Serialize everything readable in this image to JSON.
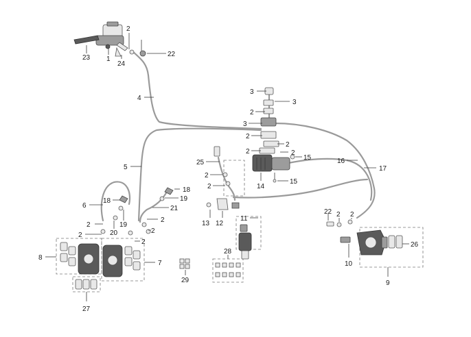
{
  "diagram": {
    "callouts": [
      {
        "id": "c2a",
        "text": "2"
      },
      {
        "id": "c22a",
        "text": "22"
      },
      {
        "id": "c23",
        "text": "23"
      },
      {
        "id": "c1",
        "text": "1"
      },
      {
        "id": "c24",
        "text": "24"
      },
      {
        "id": "c4",
        "text": "4"
      },
      {
        "id": "c3a",
        "text": "3"
      },
      {
        "id": "c3b",
        "text": "3"
      },
      {
        "id": "c2b",
        "text": "2"
      },
      {
        "id": "c3c",
        "text": "3"
      },
      {
        "id": "c2c",
        "text": "2"
      },
      {
        "id": "c2d",
        "text": "2"
      },
      {
        "id": "c2e",
        "text": "2"
      },
      {
        "id": "c2f",
        "text": "2"
      },
      {
        "id": "c15a",
        "text": "15"
      },
      {
        "id": "c14",
        "text": "14"
      },
      {
        "id": "c15b",
        "text": "15"
      },
      {
        "id": "c16",
        "text": "16"
      },
      {
        "id": "c17",
        "text": "17"
      },
      {
        "id": "c5",
        "text": "5"
      },
      {
        "id": "c25",
        "text": "25"
      },
      {
        "id": "c2g",
        "text": "2"
      },
      {
        "id": "c2h",
        "text": "2"
      },
      {
        "id": "c18a",
        "text": "18"
      },
      {
        "id": "c6",
        "text": "6"
      },
      {
        "id": "c18b",
        "text": "18"
      },
      {
        "id": "c19a",
        "text": "19"
      },
      {
        "id": "c21",
        "text": "21"
      },
      {
        "id": "c2i",
        "text": "2"
      },
      {
        "id": "c19b",
        "text": "19"
      },
      {
        "id": "c20",
        "text": "20"
      },
      {
        "id": "c2j",
        "text": "2"
      },
      {
        "id": "c2k",
        "text": "2"
      },
      {
        "id": "c2l",
        "text": "2"
      },
      {
        "id": "c2m",
        "text": "2"
      },
      {
        "id": "c13",
        "text": "13"
      },
      {
        "id": "c12",
        "text": "12"
      },
      {
        "id": "c11",
        "text": "11"
      },
      {
        "id": "c22b",
        "text": "22"
      },
      {
        "id": "c2n",
        "text": "2"
      },
      {
        "id": "c2o",
        "text": "2"
      },
      {
        "id": "c8",
        "text": "8"
      },
      {
        "id": "c7",
        "text": "7"
      },
      {
        "id": "c28",
        "text": "28"
      },
      {
        "id": "c29",
        "text": "29"
      },
      {
        "id": "c26",
        "text": "26"
      },
      {
        "id": "c10",
        "text": "10"
      },
      {
        "id": "c9",
        "text": "9"
      },
      {
        "id": "c27",
        "text": "27"
      }
    ]
  }
}
